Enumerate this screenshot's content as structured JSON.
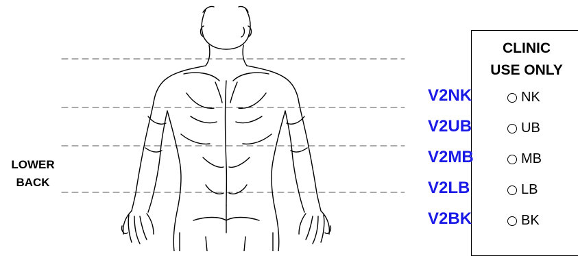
{
  "side_labels": {
    "line1": "LOWER",
    "line2": "BACK"
  },
  "clinic": {
    "title_line1": "CLINIC",
    "title_line2": "USE ONLY",
    "code_color": "#1a1ae6",
    "regions": [
      {
        "code": "V2NK",
        "option": "NK"
      },
      {
        "code": "V2UB",
        "option": "UB"
      },
      {
        "code": "V2MB",
        "option": "MB"
      },
      {
        "code": "V2LB",
        "option": "LB"
      },
      {
        "code": "V2BK",
        "option": "BK"
      }
    ]
  }
}
